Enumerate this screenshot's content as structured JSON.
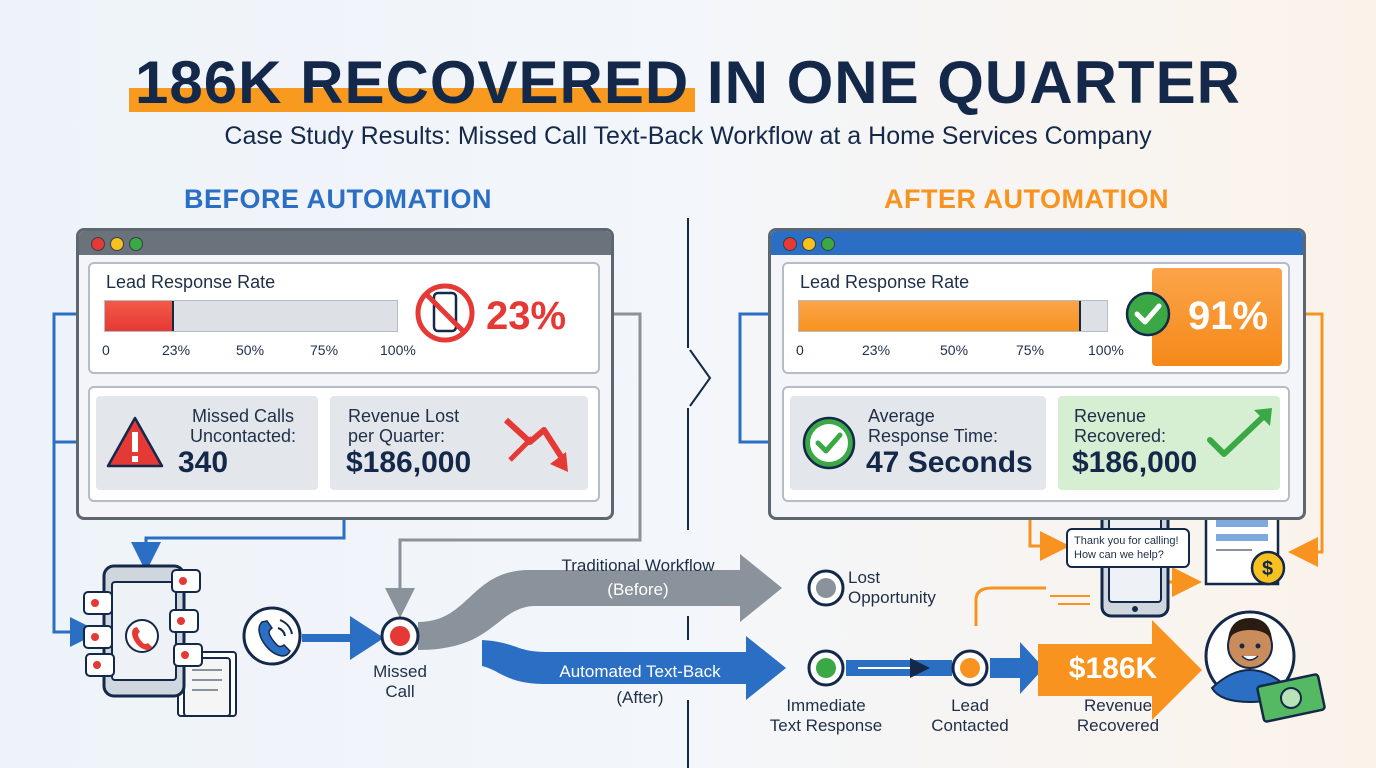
{
  "header": {
    "title_highlight": "186K RECOVERED",
    "title_rest": " IN ONE QUARTER",
    "subtitle": "Case Study Results: Missed Call Text-Back Workflow at a Home Services Company"
  },
  "before": {
    "label": "BEFORE AUTOMATION",
    "rate_title": "Lead Response Rate",
    "rate_value": "23%",
    "rate_fraction": 0.23,
    "ticks": [
      "0",
      "23%",
      "50%",
      "75%",
      "100%"
    ],
    "missed_label": "Missed Calls Uncontacted:",
    "missed_line1": "Missed Calls",
    "missed_line2": "Uncontacted:",
    "missed_value": "340",
    "lost_line1": "Revenue Lost",
    "lost_line2": "per Quarter:",
    "lost_value": "$186,000"
  },
  "after": {
    "label": "AFTER AUTOMATION",
    "rate_title": "Lead Response Rate",
    "rate_value": "91%",
    "rate_fraction": 0.91,
    "ticks": [
      "0",
      "23%",
      "50%",
      "75%",
      "100%"
    ],
    "time_line1": "Average",
    "time_line2": "Response Time:",
    "time_value": "47 Seconds",
    "rec_line1": "Revenue",
    "rec_line2": "Recovered:",
    "rec_value": "$186,000",
    "sms_line1": "Thank you for calling!",
    "sms_line2": "How can we help?"
  },
  "flow": {
    "missed_call": "Missed Call",
    "traditional_line1": "Traditional Workflow",
    "traditional_line2": "(Before)",
    "lost_line1": "Lost",
    "lost_line2": "Opportunity",
    "automated_line1": "Automated Text-Back",
    "automated_line2": "(After)",
    "immediate_line1": "Immediate",
    "immediate_line2": "Text Response",
    "lead_line1": "Lead",
    "lead_line2": "Contacted",
    "revenue_arrow": "$186K",
    "revenue_line1": "Revenue",
    "revenue_line2": "Recovered"
  },
  "colors": {
    "navy": "#14284a",
    "blue": "#2b6fc4",
    "orange": "#f7931e",
    "red": "#e53935",
    "green": "#3aa845",
    "gray": "#8a929b"
  }
}
